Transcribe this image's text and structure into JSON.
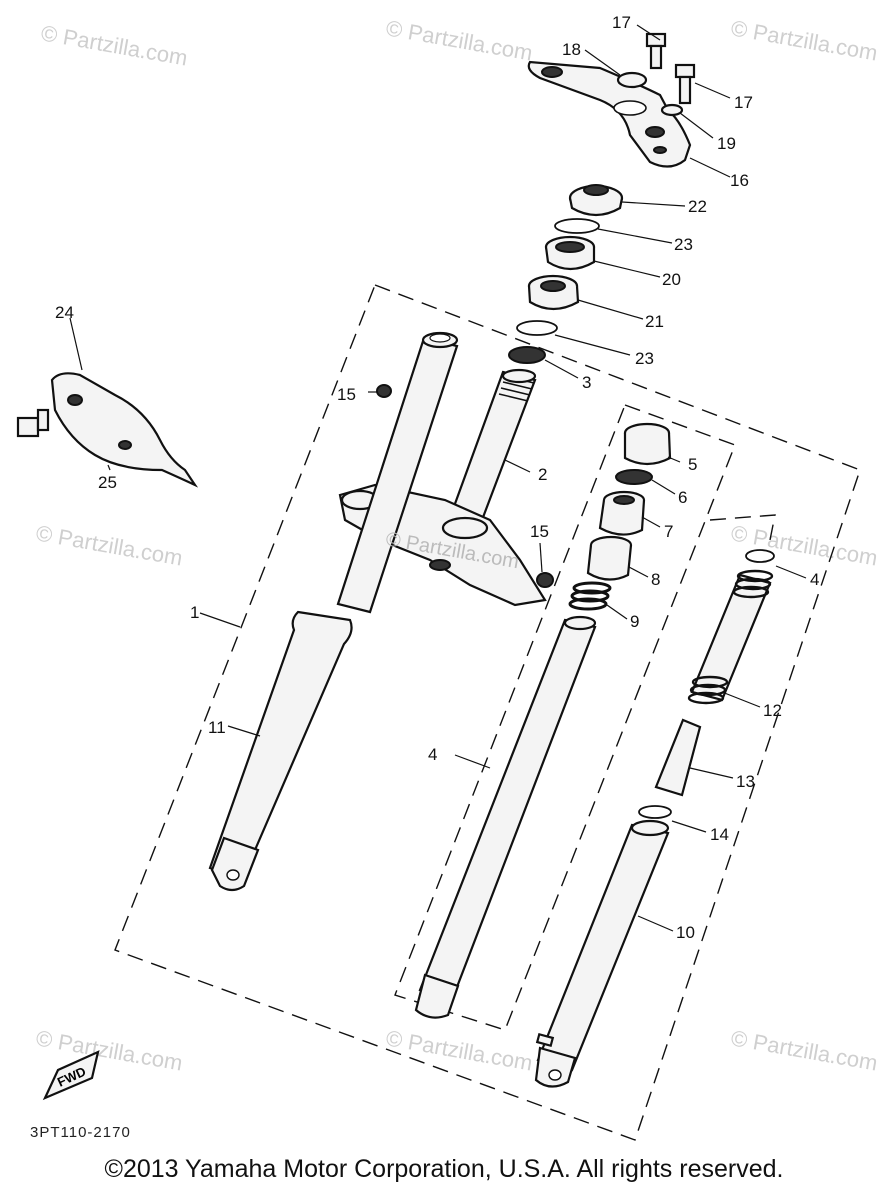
{
  "watermarks": [
    "© Partzilla.com",
    "© Partzilla.com",
    "© Partzilla.com",
    "© Partzilla.com",
    "© Partzilla.com",
    "© Partzilla.com",
    "© Partzilla.com",
    "© Partzilla.com"
  ],
  "center_watermark": "© Partzilla.com",
  "callouts": [
    "17",
    "18",
    "17",
    "19",
    "16",
    "22",
    "23",
    "20",
    "21",
    "23",
    "3",
    "2",
    "15",
    "5",
    "6",
    "7",
    "15",
    "8",
    "9",
    "4",
    "1",
    "11",
    "4",
    "12",
    "13",
    "14",
    "10",
    "24",
    "25"
  ],
  "fwd_label": "FWD",
  "diagram_code": "3PT110-2170",
  "copyright": "©2013 Yamaha Motor Corporation, U.S.A. All rights reserved."
}
